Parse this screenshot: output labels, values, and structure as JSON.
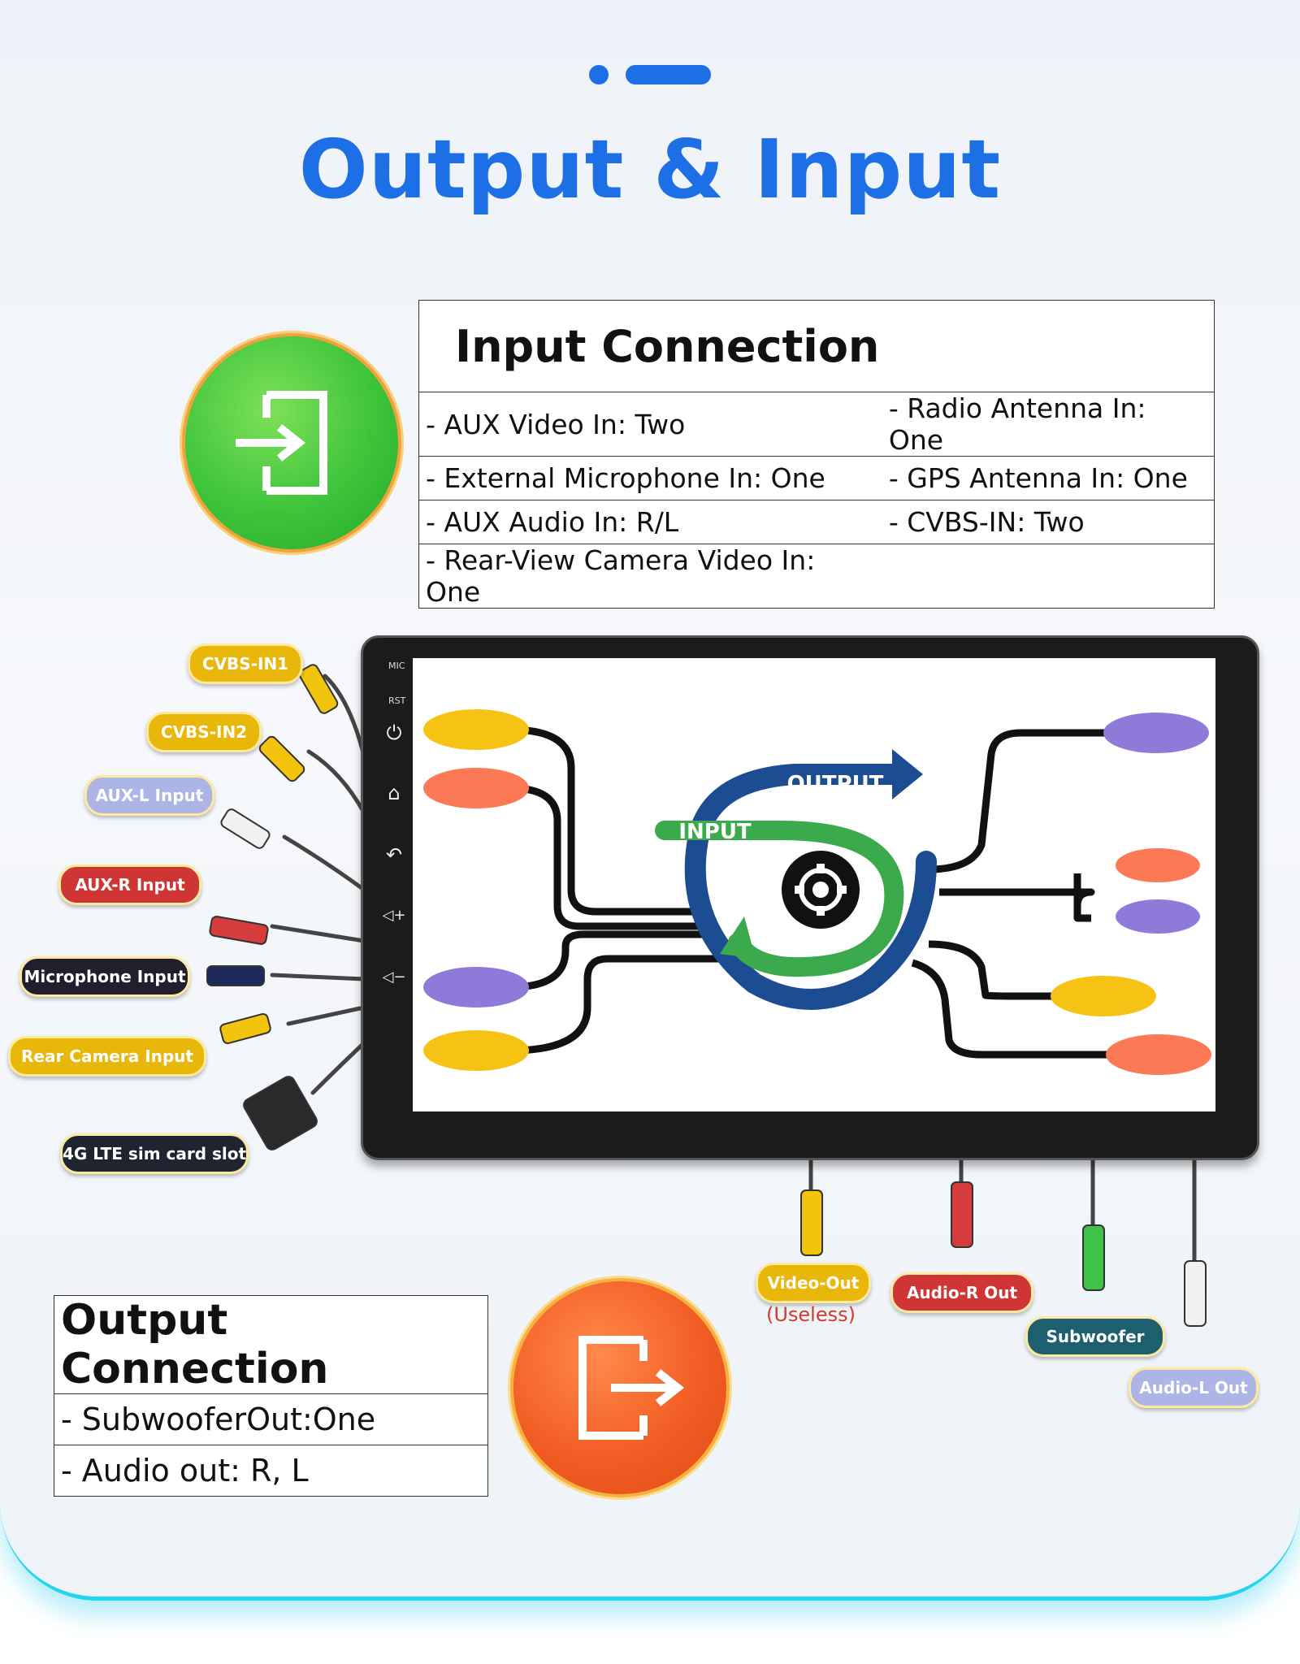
{
  "header": {
    "title": "Output & Input"
  },
  "input_connection": {
    "heading": "Input Connection",
    "rows": [
      [
        "- AUX Video In: Two",
        "- Radio Antenna In: One"
      ],
      [
        "- External Microphone In: One",
        "- GPS Antenna In: One"
      ],
      [
        "- AUX Audio In: R/L",
        "- CVBS-IN: Two"
      ],
      [
        "- Rear-View Camera Video In: One",
        ""
      ]
    ]
  },
  "output_connection": {
    "heading": "Output Connection",
    "rows": [
      "- SubwooferOut:One",
      "- Audio out: R, L"
    ]
  },
  "device": {
    "side_labels": {
      "mic": "MIC",
      "rst": "RST"
    },
    "side_icons": [
      "power-icon",
      "home-icon",
      "back-icon",
      "volume-up-icon",
      "volume-down-icon"
    ],
    "diagram": {
      "output_label": "OUTPUT",
      "input_label": "INPUT"
    }
  },
  "input_ports": [
    {
      "label": "CVBS-IN1",
      "color": "#f2c40c"
    },
    {
      "label": "CVBS-IN2",
      "color": "#f2c40c"
    },
    {
      "label": "AUX-L Input",
      "color": "#b9bee8"
    },
    {
      "label": "AUX-R Input",
      "color": "#d63c3c"
    },
    {
      "label": "Microphone Input",
      "color": "#1f1f2e"
    },
    {
      "label": "Rear Camera Input",
      "color": "#f2c40c"
    },
    {
      "label": "4G LTE sim card slot",
      "color": "#1f2530"
    }
  ],
  "output_ports": [
    {
      "label": "Video-Out",
      "note": "(Useless)",
      "color": "#f2c40c"
    },
    {
      "label": "Audio-R Out",
      "color": "#d63c3c"
    },
    {
      "label": "Subwoofer",
      "color": "#1d5f6e"
    },
    {
      "label": "Audio-L Out",
      "color": "#b9bee8"
    }
  ],
  "colors": {
    "accent": "#1d6fe6",
    "input_green": "#3dc43a",
    "output_orange": "#f25d24"
  }
}
